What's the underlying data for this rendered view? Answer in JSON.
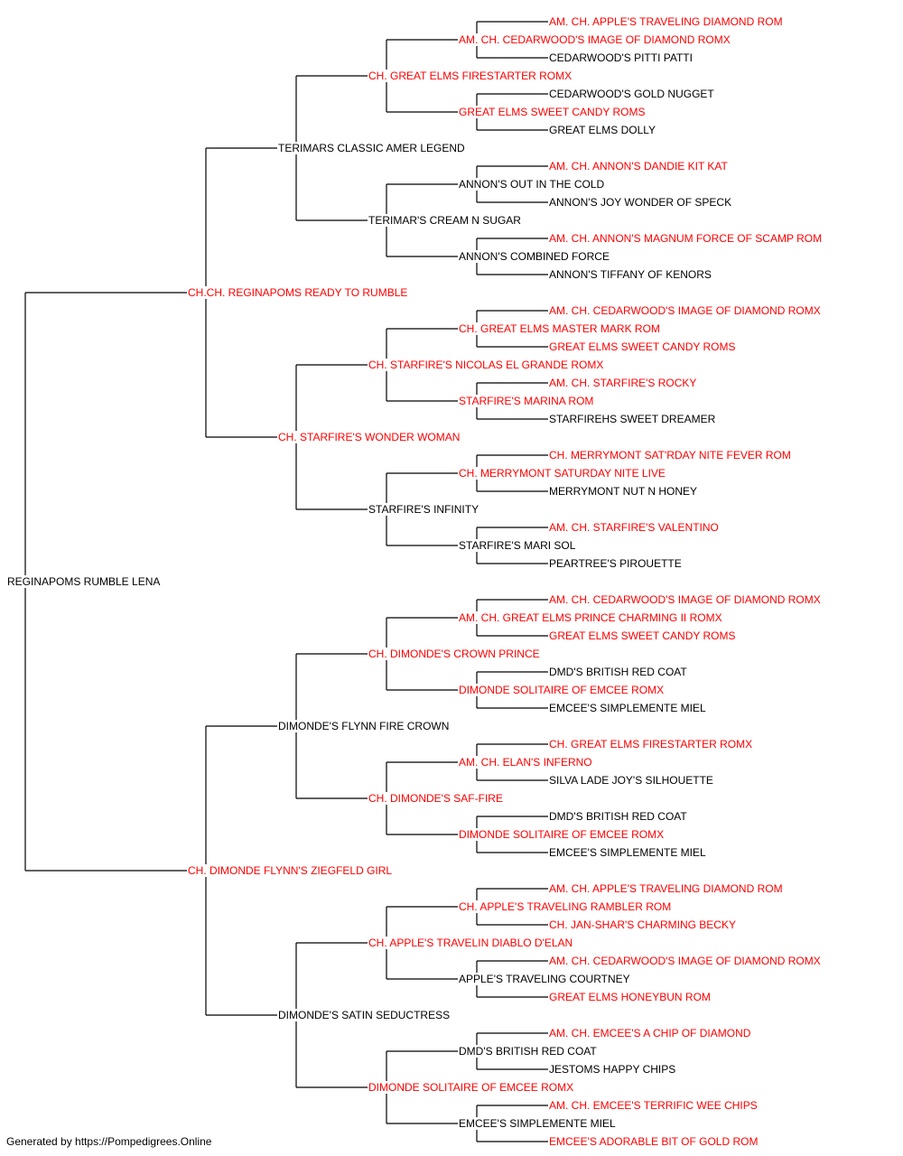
{
  "colors": {
    "champion": "#ff0000",
    "normal": "#000000",
    "line": "#000000"
  },
  "tree": {
    "name": "REGINAPOMS RUMBLE LENA",
    "champ": false,
    "sire": {
      "name": "CH.CH. REGINAPOMS READY TO RUMBLE",
      "champ": true,
      "sire": {
        "name": "TERIMARS CLASSIC AMER LEGEND",
        "champ": false,
        "sire": {
          "name": "CH. GREAT ELMS FIRESTARTER ROMX",
          "champ": true,
          "sire": {
            "name": "AM. CH. CEDARWOOD'S IMAGE OF DIAMOND ROMX",
            "champ": true,
            "sire": {
              "name": "AM. CH. APPLE'S TRAVELING DIAMOND ROM",
              "champ": true
            },
            "dam": {
              "name": "CEDARWOOD'S PITTI PATTI",
              "champ": false
            }
          },
          "dam": {
            "name": "GREAT ELMS SWEET CANDY ROMS",
            "champ": true,
            "sire": {
              "name": "CEDARWOOD'S GOLD NUGGET",
              "champ": false
            },
            "dam": {
              "name": "GREAT ELMS DOLLY",
              "champ": false
            }
          }
        },
        "dam": {
          "name": "TERIMAR'S CREAM N SUGAR",
          "champ": false,
          "sire": {
            "name": "ANNON'S OUT IN THE COLD",
            "champ": false,
            "sire": {
              "name": "AM. CH. ANNON'S DANDIE KIT KAT",
              "champ": true
            },
            "dam": {
              "name": "ANNON'S JOY WONDER OF SPECK",
              "champ": false
            }
          },
          "dam": {
            "name": "ANNON'S COMBINED FORCE",
            "champ": false,
            "sire": {
              "name": "AM. CH. ANNON'S MAGNUM FORCE OF SCAMP ROM",
              "champ": true
            },
            "dam": {
              "name": "ANNON'S TIFFANY OF KENORS",
              "champ": false
            }
          }
        }
      },
      "dam": {
        "name": "CH. STARFIRE'S WONDER WOMAN",
        "champ": true,
        "sire": {
          "name": "CH. STARFIRE'S NICOLAS EL GRANDE ROMX",
          "champ": true,
          "sire": {
            "name": "CH. GREAT ELMS MASTER MARK ROM",
            "champ": true,
            "sire": {
              "name": "AM. CH. CEDARWOOD'S IMAGE OF DIAMOND ROMX",
              "champ": true
            },
            "dam": {
              "name": "GREAT ELMS SWEET CANDY ROMS",
              "champ": true
            }
          },
          "dam": {
            "name": "STARFIRE'S MARINA ROM",
            "champ": true,
            "sire": {
              "name": "AM. CH. STARFIRE'S ROCKY",
              "champ": true
            },
            "dam": {
              "name": "STARFIREHS SWEET DREAMER",
              "champ": false
            }
          }
        },
        "dam": {
          "name": "STARFIRE'S INFINITY",
          "champ": false,
          "sire": {
            "name": "CH. MERRYMONT SATURDAY NITE LIVE",
            "champ": true,
            "sire": {
              "name": "CH. MERRYMONT SAT'RDAY NITE FEVER ROM",
              "champ": true
            },
            "dam": {
              "name": "MERRYMONT NUT N HONEY",
              "champ": false
            }
          },
          "dam": {
            "name": "STARFIRE'S MARI SOL",
            "champ": false,
            "sire": {
              "name": "AM. CH. STARFIRE'S VALENTINO",
              "champ": true
            },
            "dam": {
              "name": "PEARTREE'S PIROUETTE",
              "champ": false
            }
          }
        }
      }
    },
    "dam": {
      "name": "CH. DIMONDE FLYNN'S ZIEGFELD GIRL",
      "champ": true,
      "sire": {
        "name": "DIMONDE'S FLYNN FIRE CROWN",
        "champ": false,
        "sire": {
          "name": "CH. DIMONDE'S CROWN PRINCE",
          "champ": true,
          "sire": {
            "name": "AM. CH. GREAT ELMS PRINCE CHARMING II ROMX",
            "champ": true,
            "sire": {
              "name": "AM. CH. CEDARWOOD'S IMAGE OF DIAMOND ROMX",
              "champ": true
            },
            "dam": {
              "name": "GREAT ELMS SWEET CANDY ROMS",
              "champ": true
            }
          },
          "dam": {
            "name": "DIMONDE SOLITAIRE OF EMCEE ROMX",
            "champ": true,
            "sire": {
              "name": "DMD'S BRITISH RED COAT",
              "champ": false
            },
            "dam": {
              "name": "EMCEE'S SIMPLEMENTE MIEL",
              "champ": false
            }
          }
        },
        "dam": {
          "name": "CH. DIMONDE'S SAF-FIRE",
          "champ": true,
          "sire": {
            "name": "AM. CH. ELAN'S INFERNO",
            "champ": true,
            "sire": {
              "name": "CH. GREAT ELMS FIRESTARTER ROMX",
              "champ": true
            },
            "dam": {
              "name": "SILVA LADE JOY'S SILHOUETTE",
              "champ": false
            }
          },
          "dam": {
            "name": "DIMONDE SOLITAIRE OF EMCEE ROMX",
            "champ": true,
            "sire": {
              "name": "DMD'S BRITISH RED COAT",
              "champ": false
            },
            "dam": {
              "name": "EMCEE'S SIMPLEMENTE MIEL",
              "champ": false
            }
          }
        }
      },
      "dam": {
        "name": "DIMONDE'S SATIN SEDUCTRESS",
        "champ": false,
        "sire": {
          "name": "CH. APPLE'S TRAVELIN DIABLO D'ELAN",
          "champ": true,
          "sire": {
            "name": "CH. APPLE'S TRAVELING RAMBLER ROM",
            "champ": true,
            "sire": {
              "name": "AM. CH. APPLE'S TRAVELING DIAMOND ROM",
              "champ": true
            },
            "dam": {
              "name": "CH. JAN-SHAR'S CHARMING BECKY",
              "champ": true
            }
          },
          "dam": {
            "name": "APPLE'S TRAVELING COURTNEY",
            "champ": false,
            "sire": {
              "name": "AM. CH. CEDARWOOD'S IMAGE OF DIAMOND ROMX",
              "champ": true
            },
            "dam": {
              "name": "GREAT ELMS HONEYBUN ROM",
              "champ": true
            }
          }
        },
        "dam": {
          "name": "DIMONDE SOLITAIRE OF EMCEE ROMX",
          "champ": true,
          "sire": {
            "name": "DMD'S BRITISH RED COAT",
            "champ": false,
            "sire": {
              "name": "AM. CH. EMCEE'S A CHIP OF DIAMOND",
              "champ": true
            },
            "dam": {
              "name": "JESTOMS HAPPY CHIPS",
              "champ": false
            }
          },
          "dam": {
            "name": "EMCEE'S SIMPLEMENTE MIEL",
            "champ": false,
            "sire": {
              "name": "AM. CH. EMCEE'S TERRIFIC WEE CHIPS",
              "champ": true
            },
            "dam": {
              "name": "EMCEE'S ADORABLE BIT OF GOLD ROM",
              "champ": true
            }
          }
        }
      }
    }
  },
  "footer": "Generated by https://Pompedigrees.Online"
}
